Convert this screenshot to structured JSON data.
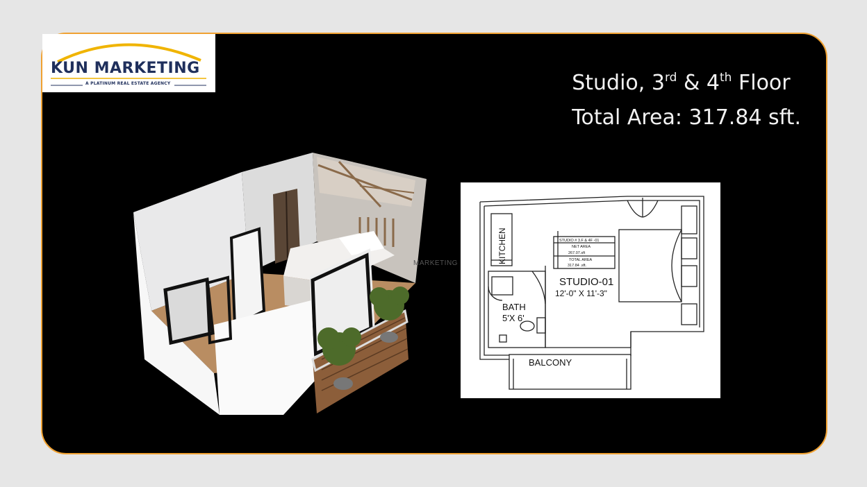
{
  "logo": {
    "brand": "KUN MARKETING",
    "tagline": "A PLATINUM REAL ESTATE AGENCY",
    "colors": {
      "navy": "#1f2f5c",
      "gold": "#f0b400"
    }
  },
  "headline": {
    "line1_prefix": "Studio, 3",
    "line1_sup1": "rd",
    "line1_mid": " & 4",
    "line1_sup2": "th",
    "line1_suffix": " Floor",
    "line2": "Total Area: 317.84 sft."
  },
  "watermark": "MARKETING",
  "floor_plan": {
    "kitchen": "KITCHEN",
    "bath_label": "BATH",
    "bath_size": "5'X 6'",
    "balcony": "BALCONY",
    "studio_name": "STUDIO-01",
    "studio_size": "12'-0\" X 11'-3\"",
    "table": {
      "row1": "STUDIO # 3.F & 4F -01",
      "row2_label": "NET AREA",
      "row2_value": "267.07.sft",
      "row3_label": "TOTAL AREA",
      "row3_value": "317.84  .sft."
    }
  },
  "colors": {
    "card_bg": "#000000",
    "card_border": "#f0a131",
    "page_bg": "#e6e6e6"
  }
}
